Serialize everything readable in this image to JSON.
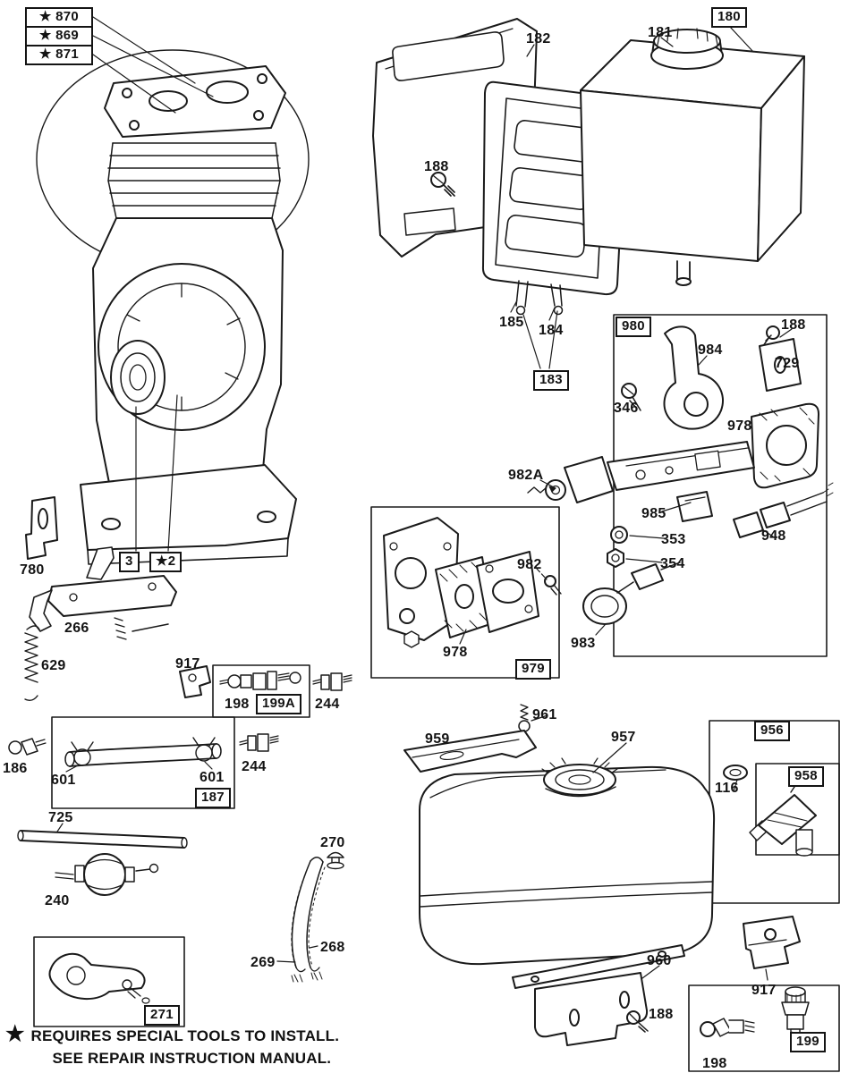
{
  "page": {
    "background": "#ffffff",
    "ink": "#1a1a1a"
  },
  "part_labels": {
    "870": "★ 870",
    "869": "★ 869",
    "871": "★ 871",
    "3": "3",
    "star2": "★2",
    "116": "116",
    "180": "180",
    "181": "181",
    "182": "182",
    "183": "183",
    "184": "184",
    "185": "185",
    "186": "186",
    "187": "187",
    "188": "188",
    "198": "198",
    "199": "199",
    "199A": "199A",
    "240": "240",
    "244": "244",
    "266": "266",
    "268": "268",
    "269": "269",
    "270": "270",
    "271": "271",
    "346": "346",
    "353": "353",
    "354": "354",
    "601": "601",
    "629": "629",
    "725": "725",
    "729": "729",
    "780": "780",
    "917": "917",
    "948": "948",
    "956": "956",
    "957": "957",
    "958": "958",
    "959": "959",
    "960": "960",
    "961": "961",
    "978": "978",
    "979": "979",
    "980": "980",
    "982": "982",
    "982A": "982A",
    "983": "983",
    "984": "984",
    "985": "985"
  },
  "footnote": {
    "star": "★",
    "line1": "REQUIRES SPECIAL TOOLS TO INSTALL.",
    "line2": "SEE REPAIR INSTRUCTION MANUAL."
  }
}
